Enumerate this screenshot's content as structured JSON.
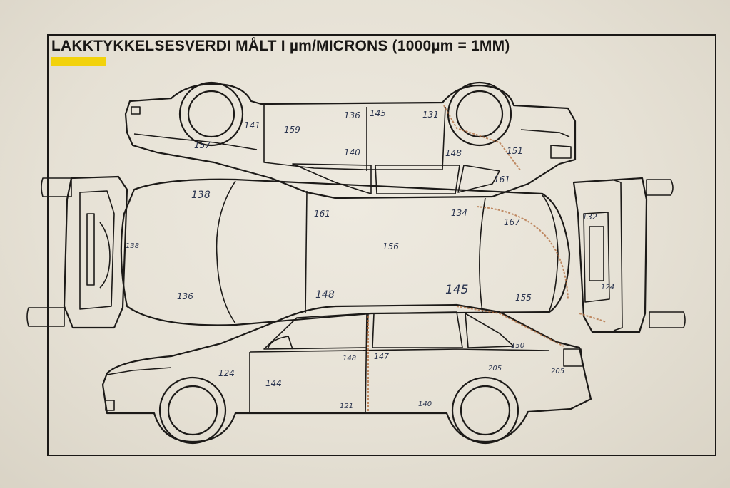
{
  "header": {
    "title": "LAKKTYKKELSESVERDI MÅLT I µm/MICRONS (1000µm = 1MM)"
  },
  "colors": {
    "accent_bar": "#f2d20c",
    "ink": "#1a1816",
    "handwriting": "#2b3550"
  },
  "measurements": {
    "top_side": [
      "141",
      "159",
      "136",
      "145",
      "131",
      "157",
      "140",
      "148",
      "151",
      "161"
    ],
    "roof_plan": [
      "138",
      "161",
      "134",
      "167",
      "138",
      "156",
      "136",
      "148",
      "145",
      "155"
    ],
    "rear_end": [
      "132",
      "124"
    ],
    "bottom_side": [
      "150",
      "148",
      "147",
      "124",
      "144",
      "205",
      "205",
      "121",
      "140"
    ]
  }
}
